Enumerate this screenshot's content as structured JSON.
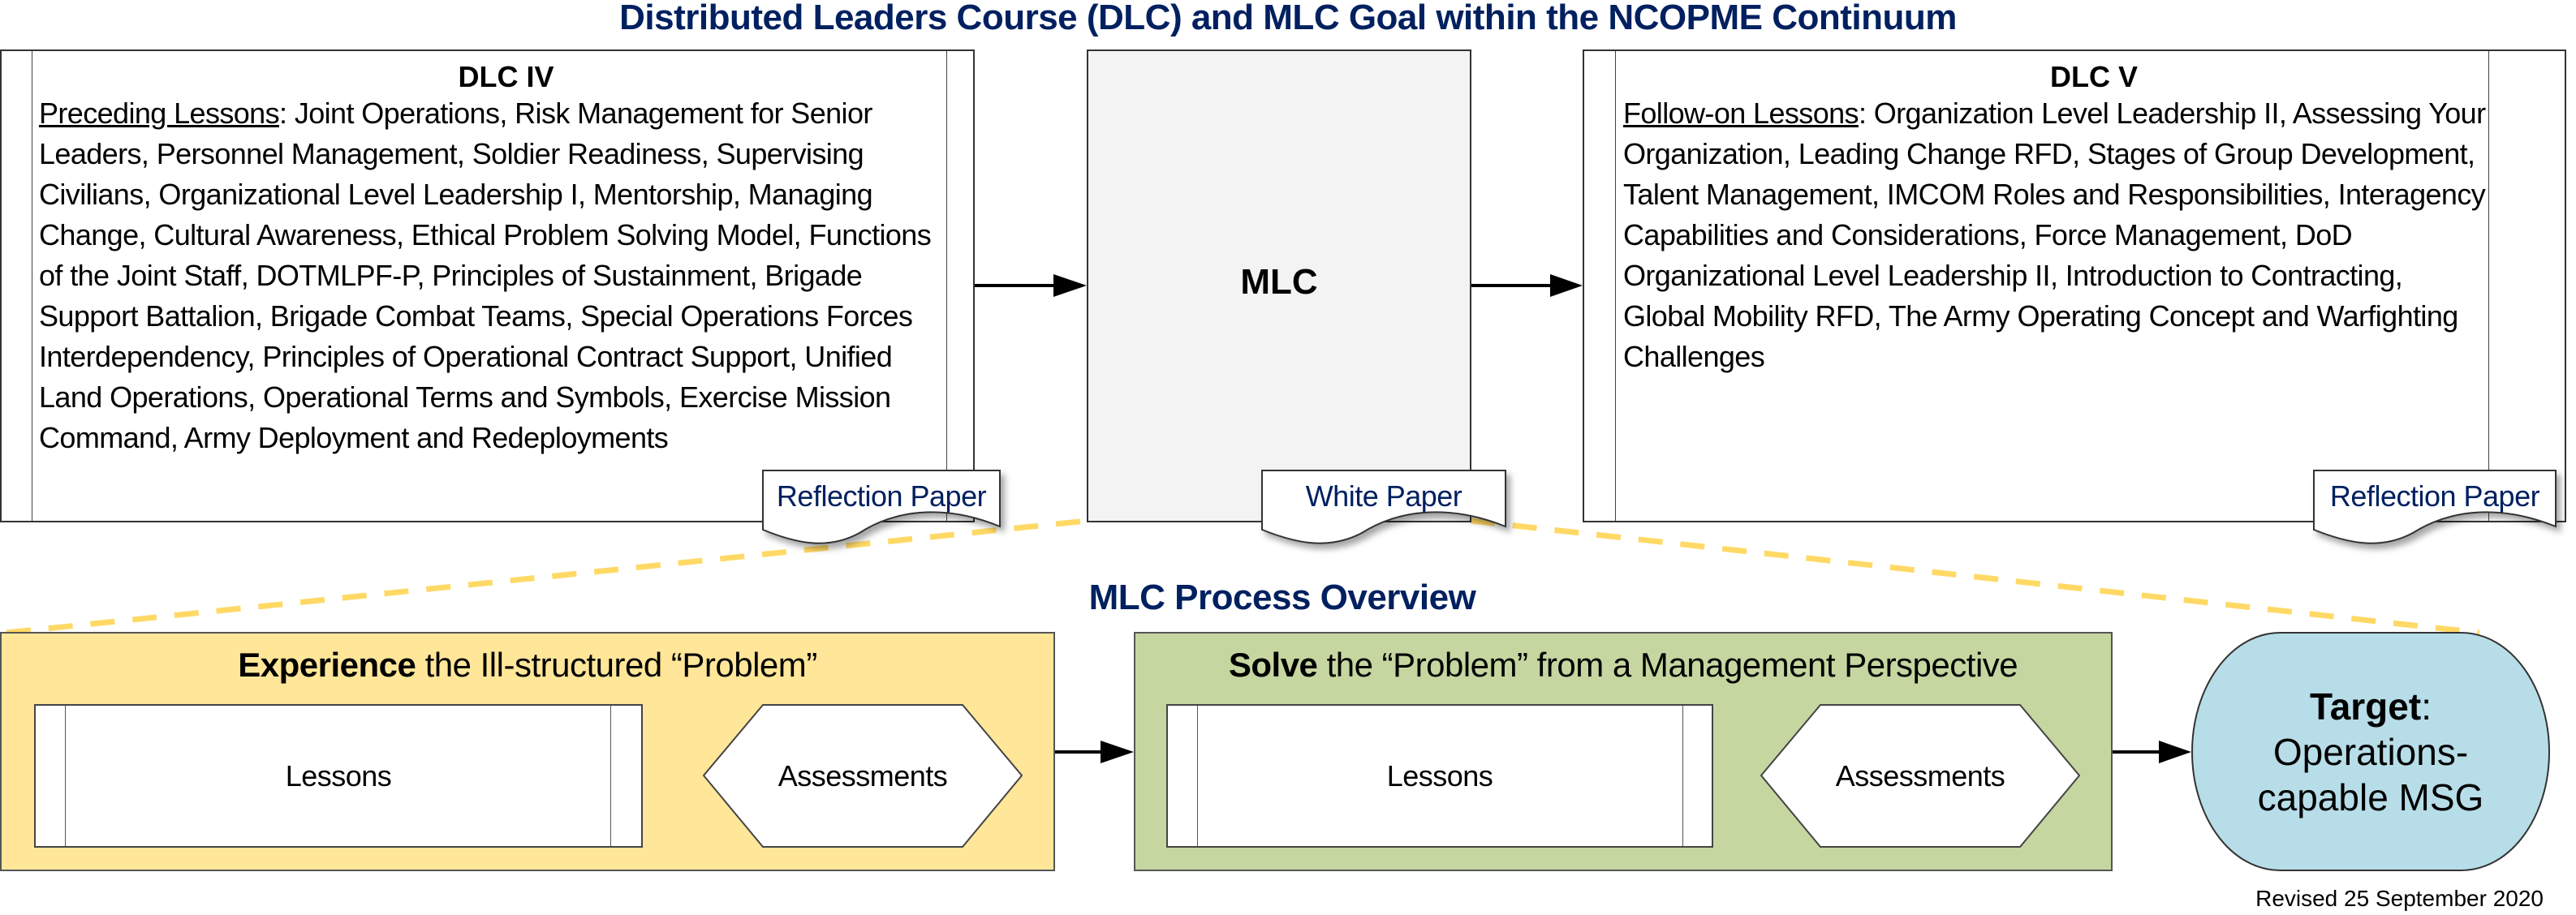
{
  "title": "Distributed Leaders Course (DLC) and MLC Goal within the NCOPME Continuum",
  "top_row": {
    "dlc_iv": {
      "heading": "DLC IV",
      "lead": "Preceding Lessons",
      "lessons": "Joint Operations, Risk Management for Senior Leaders, Personnel Management, Soldier Readiness, Supervising Civilians, Organizational Level Leadership I, Mentorship, Managing Change, Cultural Awareness, Ethical Problem Solving Model, Functions of the Joint Staff, DOTMLPF-P, Principles of Sustainment, Brigade Support Battalion, Brigade Combat Teams, Special Operations Forces Interdependency, Principles of Operational Contract Support, Unified Land Operations, Operational Terms and Symbols, Exercise Mission Command, Army Deployment and Redeployments",
      "document": "Reflection Paper"
    },
    "mlc": {
      "label": "MLC",
      "document": "White Paper"
    },
    "dlc_v": {
      "heading": "DLC V",
      "lead": "Follow-on Lessons",
      "lessons": "Organization Level Leadership II, Assessing Your Organization, Leading Change RFD, Stages of Group Development, Talent Management, IMCOM Roles and Responsibilities, Interagency Capabilities and Considerations, Force Management, DoD Organizational Level Leadership II, Introduction to Contracting, Global Mobility RFD, The Army Operating Concept and Warfighting Challenges",
      "document": "Reflection Paper"
    }
  },
  "process": {
    "title": "MLC Process Overview",
    "phases": [
      {
        "title_bold": "Experience",
        "title_rest": " the Ill-structured “Problem”",
        "lessons": "Lessons",
        "assessments": "Assessments",
        "color": "#ffe699"
      },
      {
        "title_bold": "Solve",
        "title_rest": " the “Problem” from a Management Perspective",
        "lessons": "Lessons",
        "assessments": "Assessments",
        "color": "#c5d6a0"
      }
    ],
    "target": {
      "bold": "Target",
      "rest": ": Operations-",
      "line2": "capable MSG",
      "color": "#b7dde8"
    }
  },
  "footer": {
    "revised": "Revised 25 September 2020"
  },
  "colors": {
    "title": "#002060",
    "connector_dash": "#ffd966",
    "mlc_fill": "#f3f3f3"
  }
}
